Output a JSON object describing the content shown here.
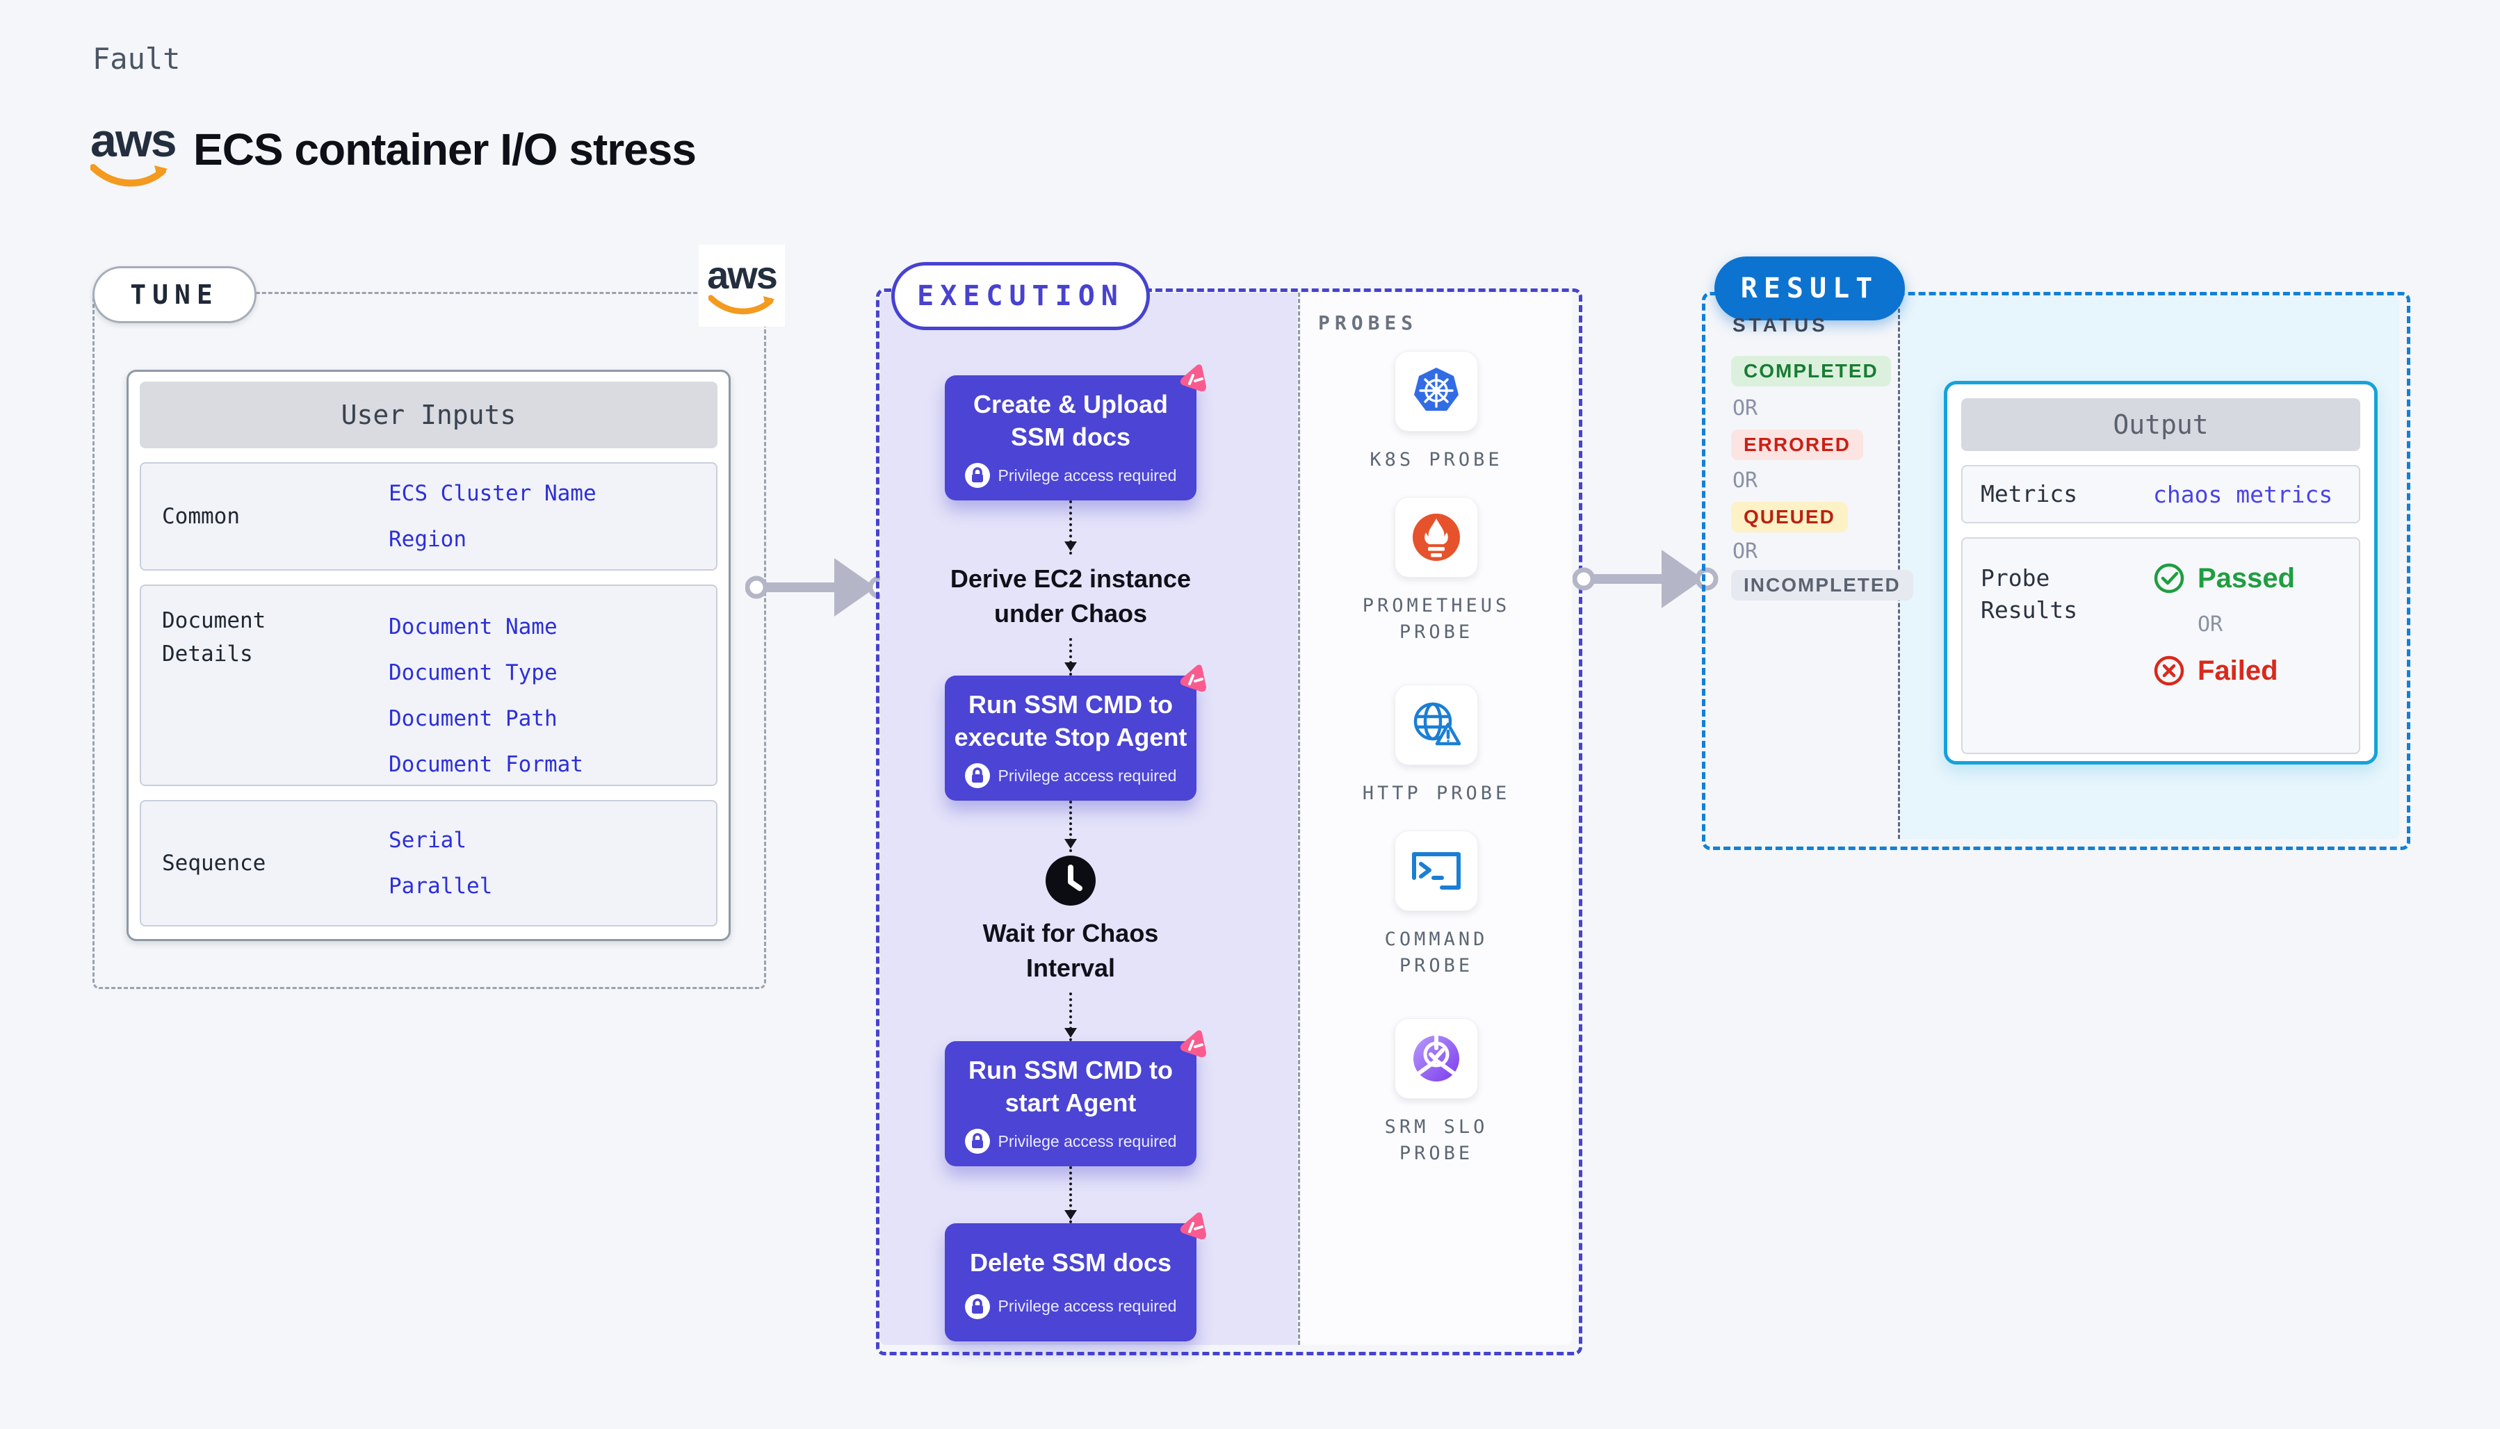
{
  "header": {
    "kicker": "Fault",
    "title": "ECS container I/O stress",
    "aws_wordmark": "aws"
  },
  "tune": {
    "label": "TUNE",
    "table": {
      "header": "User Inputs",
      "rows": [
        {
          "label": "Common",
          "values": [
            "ECS Cluster Name",
            "Region"
          ]
        },
        {
          "label": "Document Details",
          "values": [
            "Document Name",
            "Document Type",
            "Document Path",
            "Document Format"
          ]
        },
        {
          "label": "Sequence",
          "values": [
            "Serial",
            "Parallel"
          ]
        }
      ]
    }
  },
  "execution": {
    "label": "EXECUTION",
    "privilege": "Privilege access required",
    "steps": {
      "card1": {
        "lines": [
          "Create & Upload",
          "SSM docs"
        ]
      },
      "note1": {
        "lines": [
          "Derive EC2 instance",
          "under Chaos"
        ]
      },
      "card2": {
        "lines": [
          "Run SSM CMD to",
          "execute Stop Agent"
        ]
      },
      "wait": {
        "lines": [
          "Wait for Chaos",
          "Interval"
        ]
      },
      "card3": {
        "lines": [
          "Run SSM CMD to",
          "start Agent"
        ]
      },
      "card4": {
        "lines": [
          "Delete SSM docs"
        ]
      }
    }
  },
  "probes": {
    "title": "PROBES",
    "items": [
      {
        "name": "k8s-probe",
        "lines": [
          "K8S PROBE"
        ]
      },
      {
        "name": "prometheus-probe",
        "lines": [
          "PROMETHEUS",
          "PROBE"
        ]
      },
      {
        "name": "http-probe",
        "lines": [
          "HTTP PROBE"
        ]
      },
      {
        "name": "command-probe",
        "lines": [
          "COMMAND",
          "PROBE"
        ]
      },
      {
        "name": "srm-slo-probe",
        "lines": [
          "SRM SLO",
          "PROBE"
        ]
      }
    ]
  },
  "result": {
    "label": "RESULT",
    "status": {
      "title": "STATUS",
      "badges": [
        "COMPLETED",
        "ERRORED",
        "QUEUED",
        "INCOMPLETED"
      ],
      "or": "OR"
    },
    "output": {
      "header": "Output",
      "metrics_label": "Metrics",
      "metrics_value": "chaos metrics",
      "probe_results_label": "Probe Results",
      "passed": "Passed",
      "or": "OR",
      "failed": "Failed"
    }
  },
  "colors": {
    "page_bg": "#f4f6f9",
    "step_card": "#4b44d4",
    "execution_accent": "#4742cf",
    "execution_fill": "#e4e3f9",
    "tune_border": "#9aa2ae",
    "result_accent": "#0d73d0",
    "result_dash": "#1080d8",
    "result_fill": "#e7f5fc",
    "output_border": "#16a2da",
    "value_blue": "#2d2fd9",
    "passed_green": "#1f9e40",
    "failed_red": "#d9291c",
    "completed_badge": "#dcf1dd",
    "errored_badge": "#fbe4e2",
    "queued_badge": "#fdf1c6",
    "incompleted_badge": "#e7e9f0",
    "aws_orange": "#f49a1e",
    "k8s_blue": "#326ce5",
    "prometheus_orange": "#e6522c",
    "http_blue": "#1a7fd4",
    "srm_purple": "#8b5cf6",
    "chaos_pink": "#fa5b8f"
  }
}
